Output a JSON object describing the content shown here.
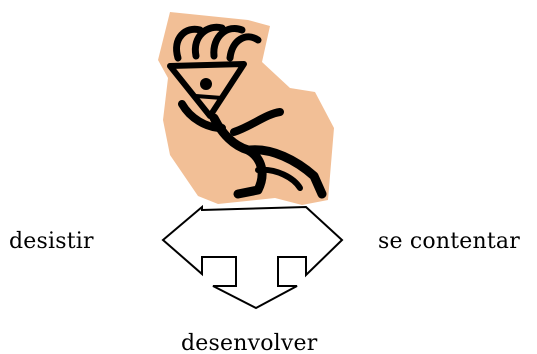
{
  "labels": {
    "left": "desistir",
    "right": "se contentar",
    "bottom": "desenvolver"
  },
  "icons": {
    "figure": "running-figure-icon",
    "arrow": "three-way-arrow-icon"
  },
  "colors": {
    "figure_background": "#F2BF96",
    "figure_ink": "#000000",
    "arrow_fill": "#FFFFFF",
    "arrow_stroke": "#000000",
    "text": "#000000"
  }
}
